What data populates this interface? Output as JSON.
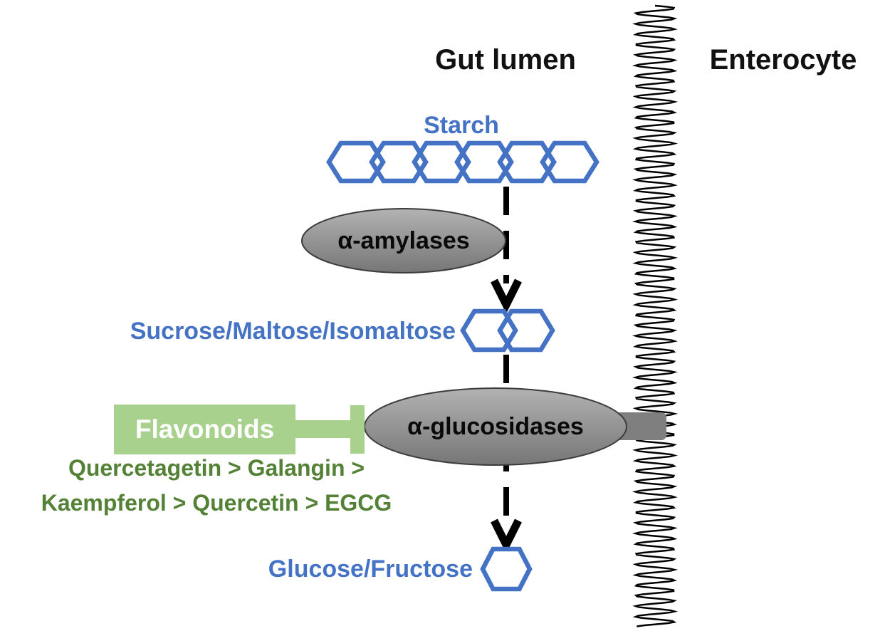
{
  "compartments": {
    "gut_lumen": "Gut lumen",
    "enterocyte": "Enterocyte"
  },
  "pathway": {
    "starch": {
      "label": "Starch",
      "hexagon_units": 6
    },
    "amylase": {
      "label": "α-amylases"
    },
    "disaccharides": {
      "label": "Sucrose/Maltose/Isomaltose",
      "hexagon_units": 2
    },
    "glucosidase": {
      "label": "α-glucosidases"
    },
    "monosaccharides": {
      "label": "Glucose/Fructose",
      "hexagon_units": 1
    }
  },
  "inhibition": {
    "box_label": "Flavonoids",
    "potency_ranking_line1": "Quercetagetin > Galangin >",
    "potency_ranking_line2": "Kaempferol > Quercetin > EGCG"
  },
  "colors": {
    "sugar_blue": "#4472C4",
    "inhibitor_box_green": "#A9D18E",
    "potency_text_green": "#538135",
    "enzyme_gray_light": "#B2B2B2",
    "enzyme_gray_dark": "#767676",
    "membrane_black": "#000000"
  }
}
